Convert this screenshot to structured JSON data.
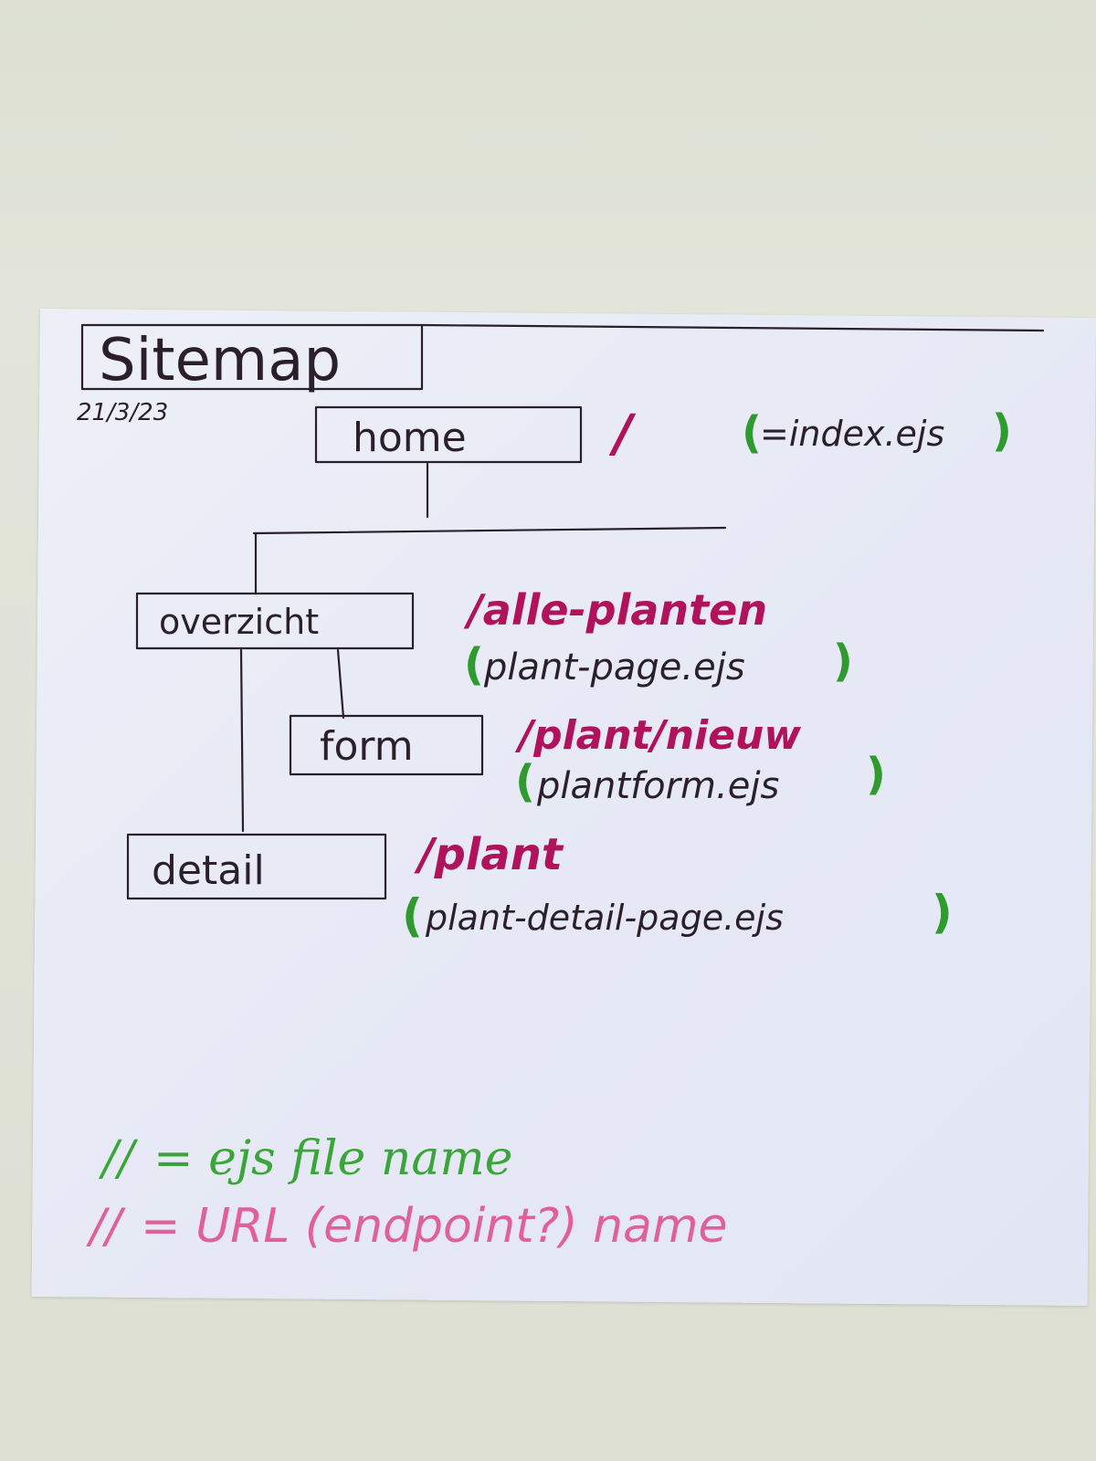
{
  "title": "Sitemap",
  "date": "21/3/23",
  "colors": {
    "ink": "#2a1f2a",
    "url_magenta": "#b0125c",
    "file_green": "#2f9a2e",
    "legend_green": "#3aa63a",
    "legend_pink": "#e0609a",
    "paper": "#e8ebf6"
  },
  "nodes": {
    "home": {
      "label": "home",
      "url": "/",
      "file": "=index.ejs"
    },
    "overzicht": {
      "label": "overzicht",
      "url": "/alle-planten",
      "file": "plant-page.ejs"
    },
    "form": {
      "label": "form",
      "url": "/plant/nieuw",
      "file": "plantform.ejs"
    },
    "detail": {
      "label": "detail",
      "url": "/plant",
      "file": "plant-detail-page.ejs"
    }
  },
  "legend": {
    "green_marker": "//",
    "green_text": "= ejs file name",
    "pink_marker": "//",
    "pink_text": "= URL (endpoint?) name"
  }
}
